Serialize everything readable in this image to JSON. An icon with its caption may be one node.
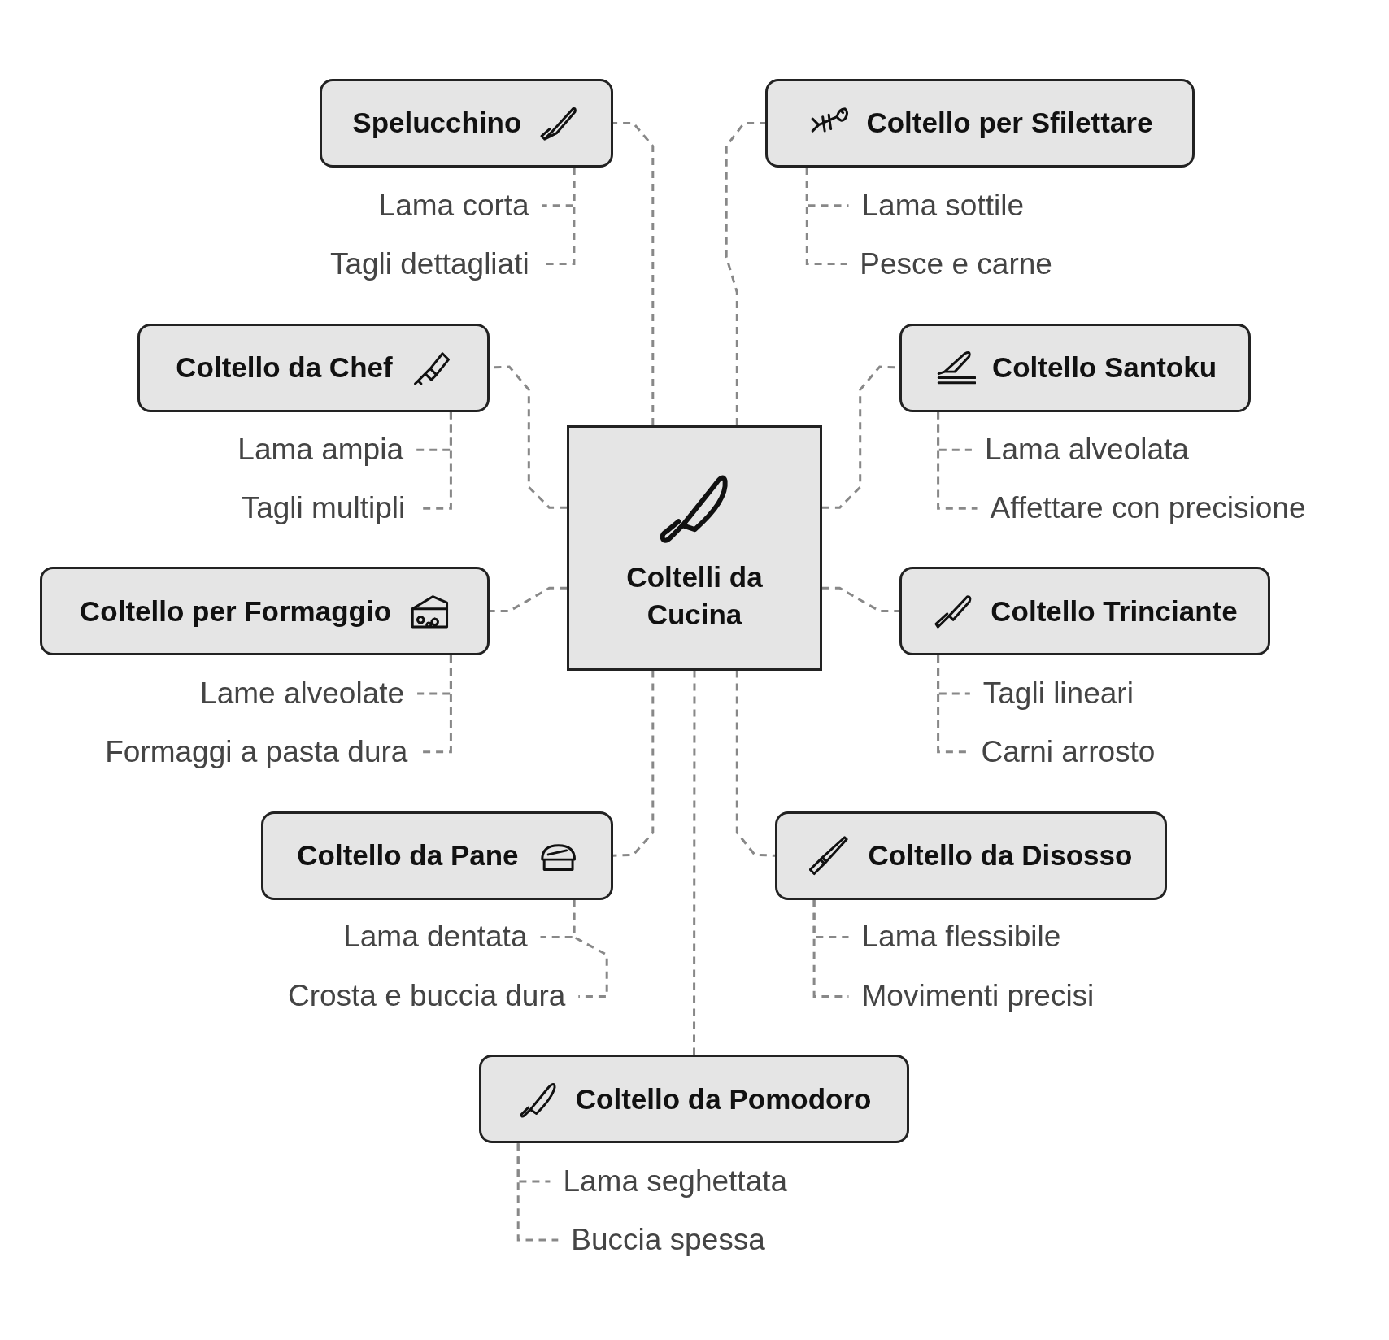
{
  "diagram": {
    "nodes": [
      {
        "text": [
          "Coltelli da Cucina"
        ]
      },
      {
        "text": [
          "Spelucchino"
        ]
      },
      {
        "text": [
          "Lama corta"
        ]
      },
      {
        "text": [
          "Tagli dettagliati"
        ]
      },
      {
        "text": [
          "Coltello per Sfilettare"
        ]
      },
      {
        "text": [
          "Lama sottile"
        ]
      },
      {
        "text": [
          "Pesce e carne"
        ]
      },
      {
        "text": [
          "Coltello da Chef"
        ]
      },
      {
        "text": [
          "Lama ampia"
        ]
      },
      {
        "text": [
          "Tagli multipli"
        ]
      },
      {
        "text": [
          "Coltello Santoku"
        ]
      },
      {
        "text": [
          "Lama alveolata"
        ]
      },
      {
        "text": [
          "Affettare con precisione"
        ]
      },
      {
        "text": [
          "Coltello per Formaggio"
        ]
      },
      {
        "text": [
          "Lame alveolate"
        ]
      },
      {
        "text": [
          "Formaggi a pasta dura"
        ]
      },
      {
        "text": [
          "Coltello Trinciante"
        ]
      },
      {
        "text": [
          "Tagli lineari"
        ]
      },
      {
        "text": [
          "Carni arrosto"
        ]
      },
      {
        "text": [
          "Coltello da Pane"
        ]
      },
      {
        "text": [
          "Lama dentata"
        ]
      },
      {
        "text": [
          "Crosta e buccia dura"
        ]
      },
      {
        "text": [
          "Coltello da Disosso"
        ]
      },
      {
        "text": [
          "Lama flessibile"
        ]
      },
      {
        "text": [
          "Movimenti precisi"
        ]
      },
      {
        "text": [
          "Coltello da Pomodoro"
        ]
      },
      {
        "text": [
          "Lama seghettata"
        ]
      },
      {
        "text": [
          "Buccia spessa"
        ]
      }
    ],
    "edges": [
      {
        "from": 0,
        "to": 1,
        "arrow": "none",
        "style": "dashed"
      },
      {
        "from": 1,
        "to": 2,
        "arrow": "none",
        "style": "dashed"
      },
      {
        "from": 1,
        "to": 3,
        "arrow": "none",
        "style": "dashed"
      },
      {
        "from": 0,
        "to": 4,
        "arrow": "none",
        "style": "dashed"
      },
      {
        "from": 4,
        "to": 5,
        "arrow": "none",
        "style": "dashed"
      },
      {
        "from": 4,
        "to": 6,
        "arrow": "none",
        "style": "dashed"
      },
      {
        "from": 0,
        "to": 7,
        "arrow": "none",
        "style": "dashed"
      },
      {
        "from": 7,
        "to": 8,
        "arrow": "none",
        "style": "dashed"
      },
      {
        "from": 7,
        "to": 9,
        "arrow": "none",
        "style": "dashed"
      },
      {
        "from": 0,
        "to": 10,
        "arrow": "none",
        "style": "dashed"
      },
      {
        "from": 10,
        "to": 11,
        "arrow": "none",
        "style": "dashed"
      },
      {
        "from": 10,
        "to": 12,
        "arrow": "none",
        "style": "dashed"
      },
      {
        "from": 0,
        "to": 13,
        "arrow": "none",
        "style": "dashed"
      },
      {
        "from": 13,
        "to": 14,
        "arrow": "none",
        "style": "dashed"
      },
      {
        "from": 13,
        "to": 15,
        "arrow": "none",
        "style": "dashed"
      },
      {
        "from": 0,
        "to": 16,
        "arrow": "none",
        "style": "dashed"
      },
      {
        "from": 16,
        "to": 17,
        "arrow": "none",
        "style": "dashed"
      },
      {
        "from": 16,
        "to": 18,
        "arrow": "none",
        "style": "dashed"
      },
      {
        "from": 0,
        "to": 19,
        "arrow": "none",
        "style": "dashed"
      },
      {
        "from": 19,
        "to": 20,
        "arrow": "none",
        "style": "dashed"
      },
      {
        "from": 19,
        "to": 21,
        "arrow": "none",
        "style": "dashed"
      },
      {
        "from": 0,
        "to": 22,
        "arrow": "none",
        "style": "dashed"
      },
      {
        "from": 22,
        "to": 23,
        "arrow": "none",
        "style": "dashed"
      },
      {
        "from": 22,
        "to": 24,
        "arrow": "none",
        "style": "dashed"
      },
      {
        "from": 0,
        "to": 25,
        "arrow": "none",
        "style": "dashed"
      },
      {
        "from": 25,
        "to": 26,
        "arrow": "none",
        "style": "dashed"
      },
      {
        "from": 25,
        "to": 27,
        "arrow": "none",
        "style": "dashed"
      }
    ]
  }
}
